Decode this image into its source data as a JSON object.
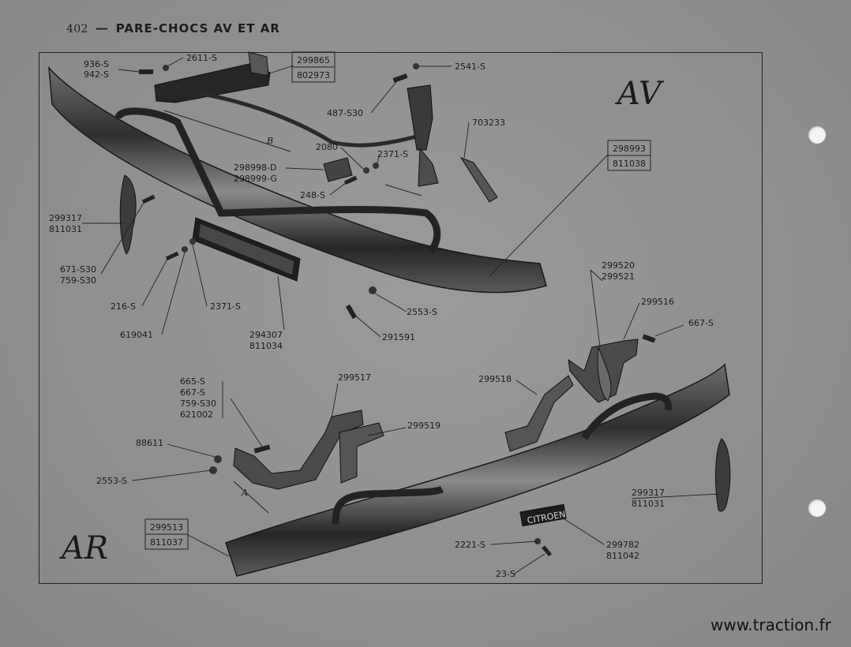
{
  "header": {
    "page_number": "402",
    "title": "PARE-CHOCS AV ET AR"
  },
  "watermark": "www.traction.fr",
  "section_av": "AV",
  "section_ar": "AR",
  "dimension_letters": {
    "b": "B",
    "a": "A"
  },
  "badge_text": "CITROEN",
  "labels": {
    "l936": "936-S",
    "l942": "942-S",
    "l2611": "2611-S",
    "l299865": "299865",
    "l802973": "802973",
    "l2541": "2541-S",
    "l487": "487-S30",
    "l703233": "703233",
    "l2080": "2080",
    "l2371a": "2371-S",
    "l298998": "298998-D",
    "l298999": "298999-G",
    "l248": "248-S",
    "l298993": "298993",
    "l811038": "811038",
    "l299317a": "299317",
    "l811031a": "811031",
    "l671": "671-S30",
    "l759a": "759-S30",
    "l216": "216-S",
    "l2371b": "2371-S",
    "l619041": "619041",
    "l294307": "294307",
    "l811034": "811034",
    "l2553a": "2553-S",
    "l291591": "291591",
    "l299520": "299520",
    "l299521": "299521",
    "l299516": "299516",
    "l667a": "667-S",
    "l665": "665-S",
    "l667b": "667-S",
    "l759b": "759-S30",
    "l621002": "621002",
    "l299517": "299517",
    "l299518": "299518",
    "l299519": "299519",
    "l88611": "88611",
    "l2553b": "2553-S",
    "l299317b": "299317",
    "l811031b": "811031",
    "l299513": "299513",
    "l811037": "811037",
    "l2221": "2221-S",
    "l23": "23-S",
    "l299782": "299782",
    "l811042": "811042"
  }
}
